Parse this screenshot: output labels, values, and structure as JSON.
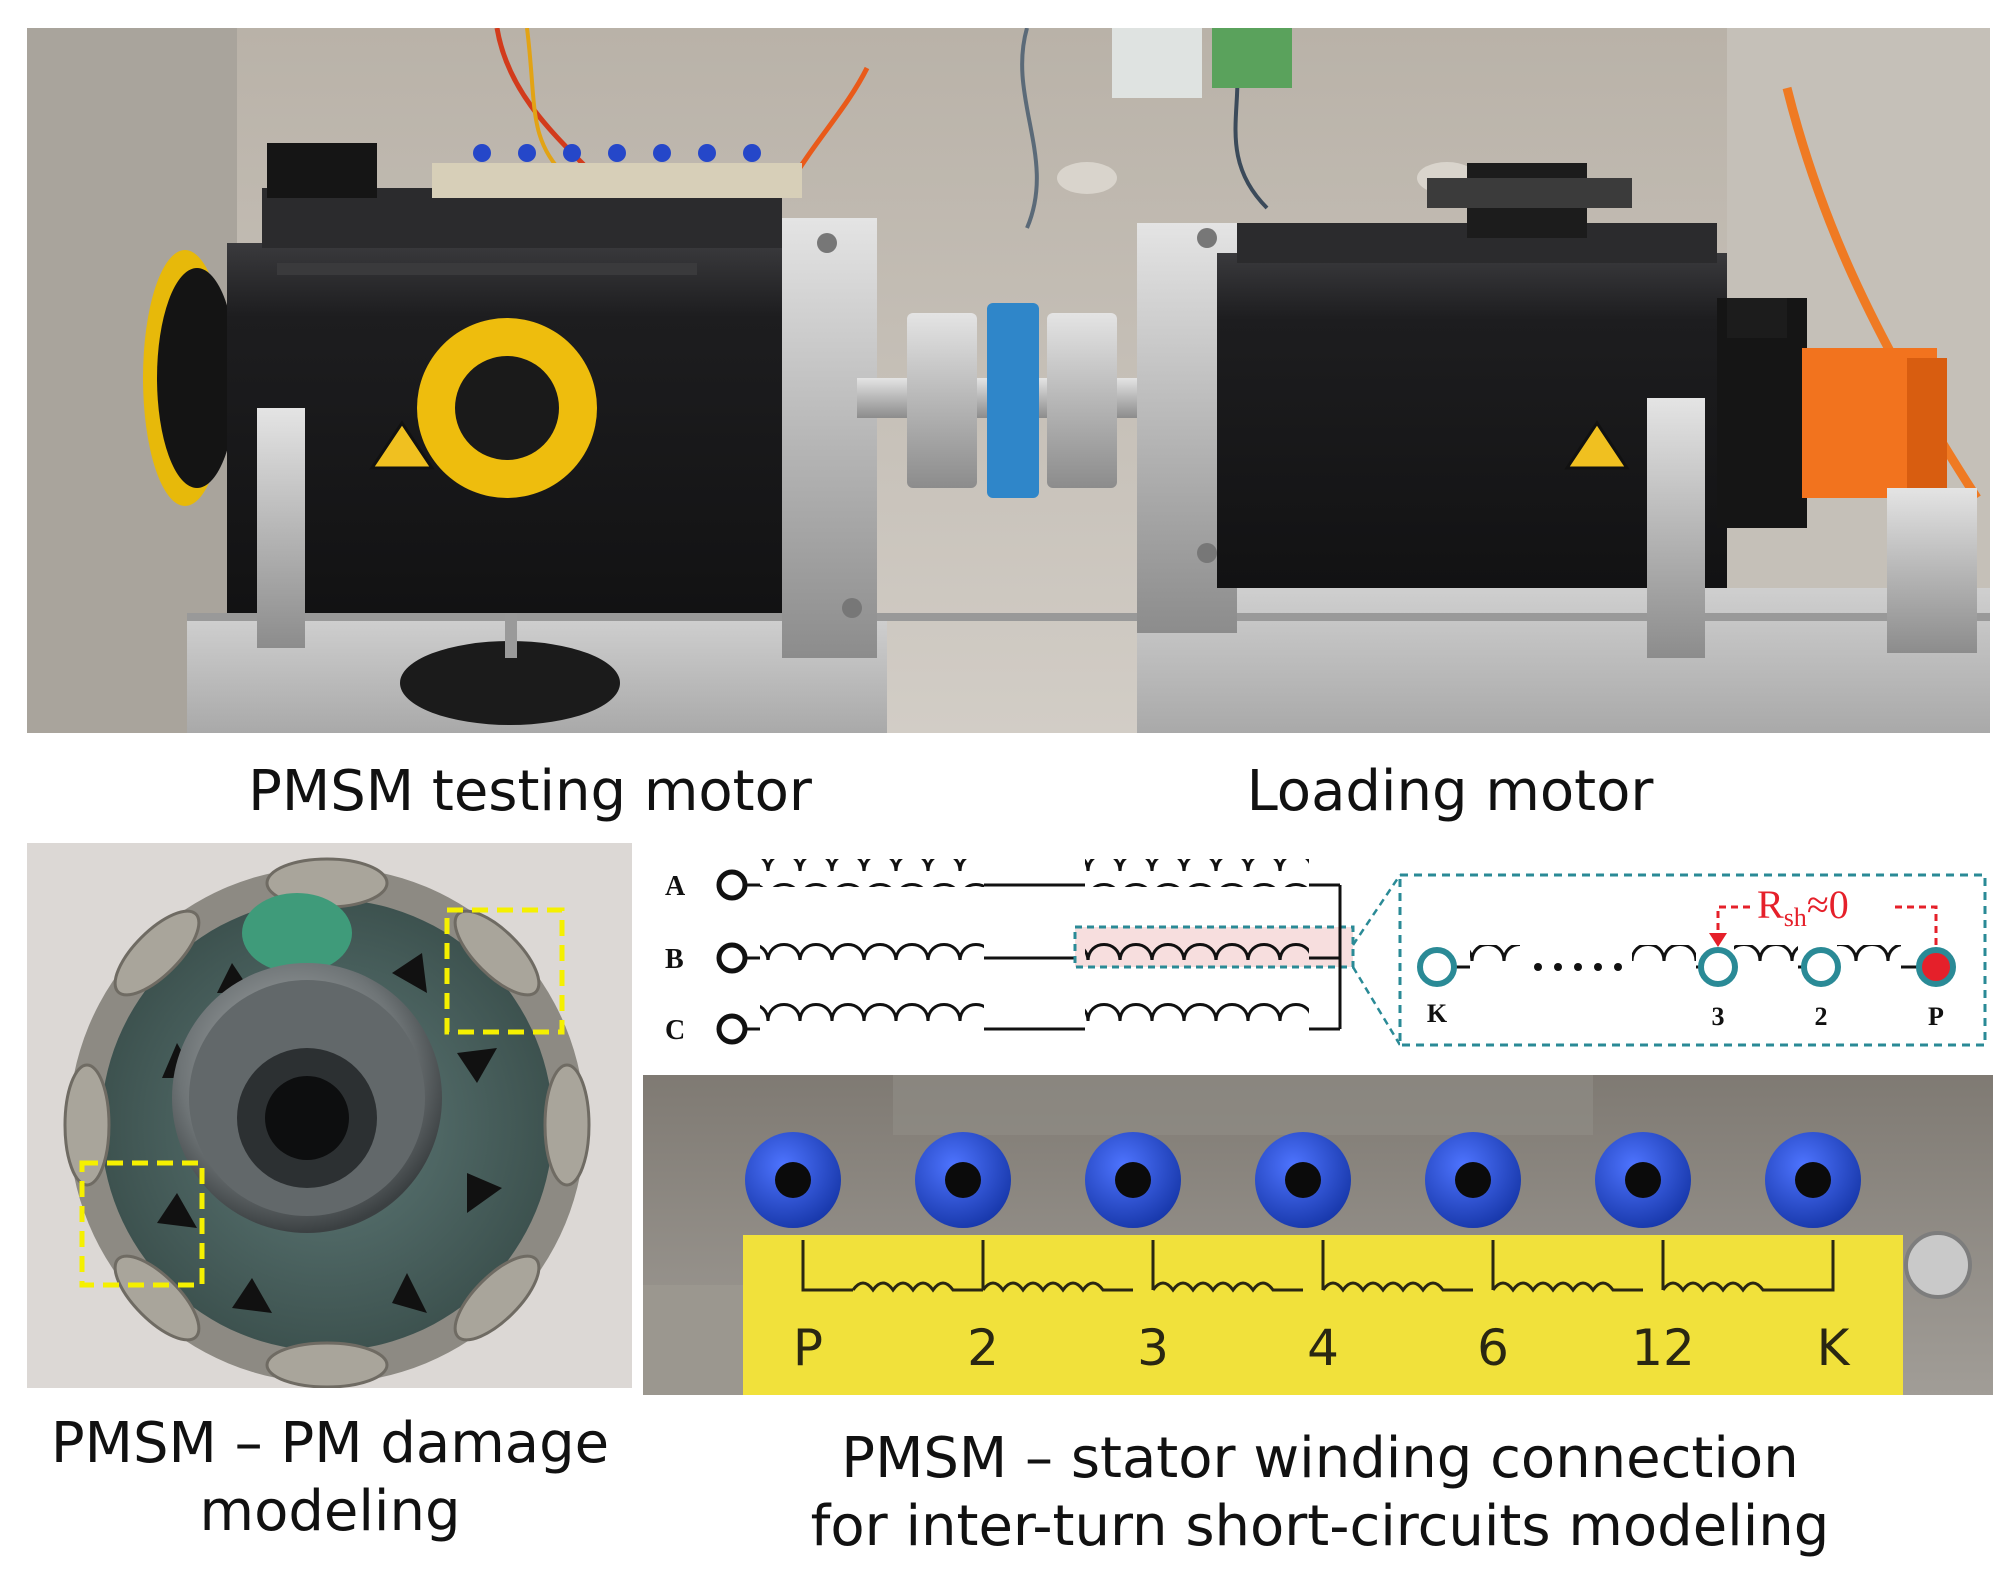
{
  "captions": {
    "testing_motor": "PMSM testing motor",
    "loading_motor": "Loading motor",
    "pm_damage_line1": "PMSM – PM damage",
    "pm_damage_line2": "modeling",
    "stator_line1": "PMSM – stator winding connection",
    "stator_line2": "for inter-turn short-circuits modeling"
  },
  "schematic": {
    "phases": [
      "A",
      "B",
      "C"
    ],
    "zoom_nodes": [
      "K",
      "3",
      "2",
      "P"
    ],
    "rsh_main": "R",
    "rsh_sub": "sh",
    "rsh_value": "≈0"
  },
  "terminal_board": {
    "labels": [
      "P",
      "2",
      "3",
      "4",
      "6",
      "12",
      "K"
    ]
  },
  "colors": {
    "teal": "#2a8a96",
    "red": "#e5202a",
    "yellow_label": "#f1e13b",
    "terminal_blue": "#1e3fc4",
    "motor_black": "#1d1d1f",
    "coupling_blue": "#2f86c9",
    "orange": "#f2731e",
    "highlight_yellow": "#f5f000"
  }
}
